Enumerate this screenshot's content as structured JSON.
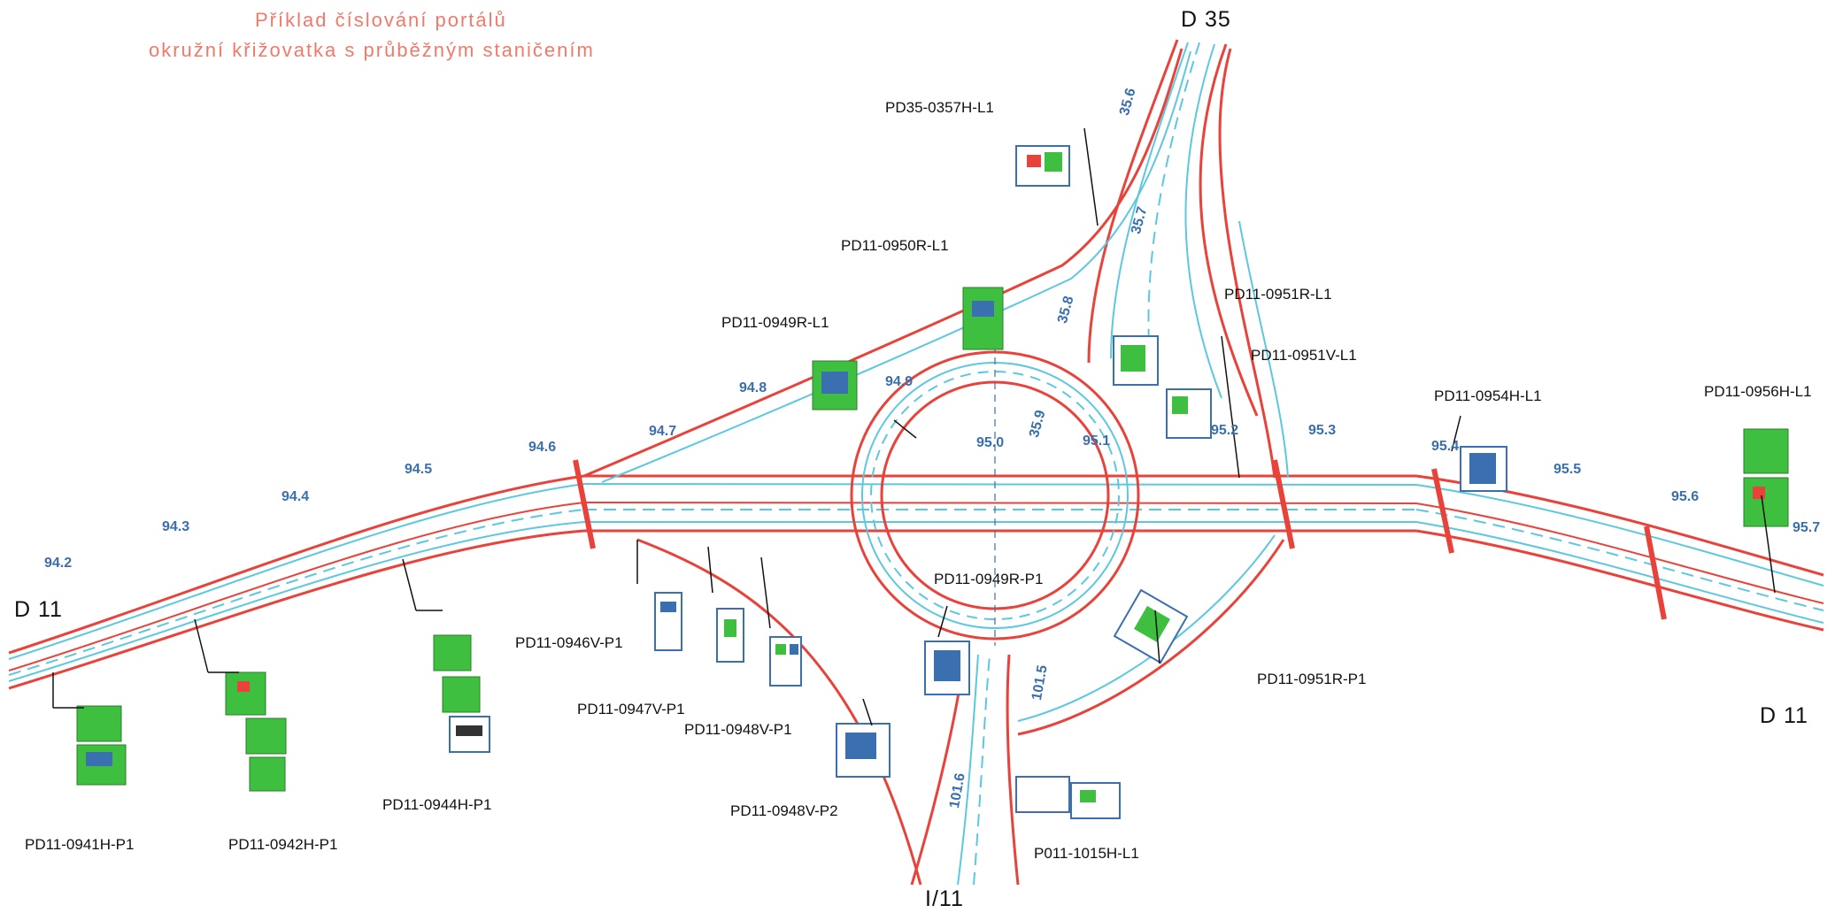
{
  "title": {
    "line1": "Příklad číslování portálů",
    "line2": "okružní křižovatka s průběžným staničením"
  },
  "destinations": {
    "d35": "D 35",
    "d11_west": "D 11",
    "d11_east": "D 11",
    "i11": "I/11"
  },
  "portals": [
    {
      "id": "PD35-0357H-L1"
    },
    {
      "id": "PD11-0950R-L1"
    },
    {
      "id": "PD11-0951R-L1"
    },
    {
      "id": "PD11-0949R-L1"
    },
    {
      "id": "PD11-0951V-L1"
    },
    {
      "id": "PD11-0954H-L1"
    },
    {
      "id": "PD11-0956H-L1"
    },
    {
      "id": "PD11-0949R-P1"
    },
    {
      "id": "PD11-0946V-P1"
    },
    {
      "id": "PD11-0951R-P1"
    },
    {
      "id": "PD11-0947V-P1"
    },
    {
      "id": "PD11-0948V-P1"
    },
    {
      "id": "PD11-0944H-P1"
    },
    {
      "id": "PD11-0948V-P2"
    },
    {
      "id": "PD11-0941H-P1"
    },
    {
      "id": "PD11-0942H-P1"
    },
    {
      "id": "P011-1015H-L1"
    }
  ],
  "km_d11": [
    "94.2",
    "94.3",
    "94.4",
    "94.5",
    "94.6",
    "94.7",
    "94.8",
    "94.9",
    "95.0",
    "95.1",
    "95.2",
    "95.3",
    "95.4",
    "95.5",
    "95.6",
    "95.7"
  ],
  "km_d35": [
    "35.6",
    "35.7",
    "35.8",
    "35.9"
  ],
  "km_i11": [
    "101.5",
    "101.6"
  ],
  "colors": {
    "road_edge": "#e8423a",
    "lane_cyan": "#5cc8e0",
    "sign_green": "#3fbf3f",
    "sign_blue": "#3a6fb0",
    "km_text": "#3a6fae",
    "title_text": "#f07a6a"
  }
}
